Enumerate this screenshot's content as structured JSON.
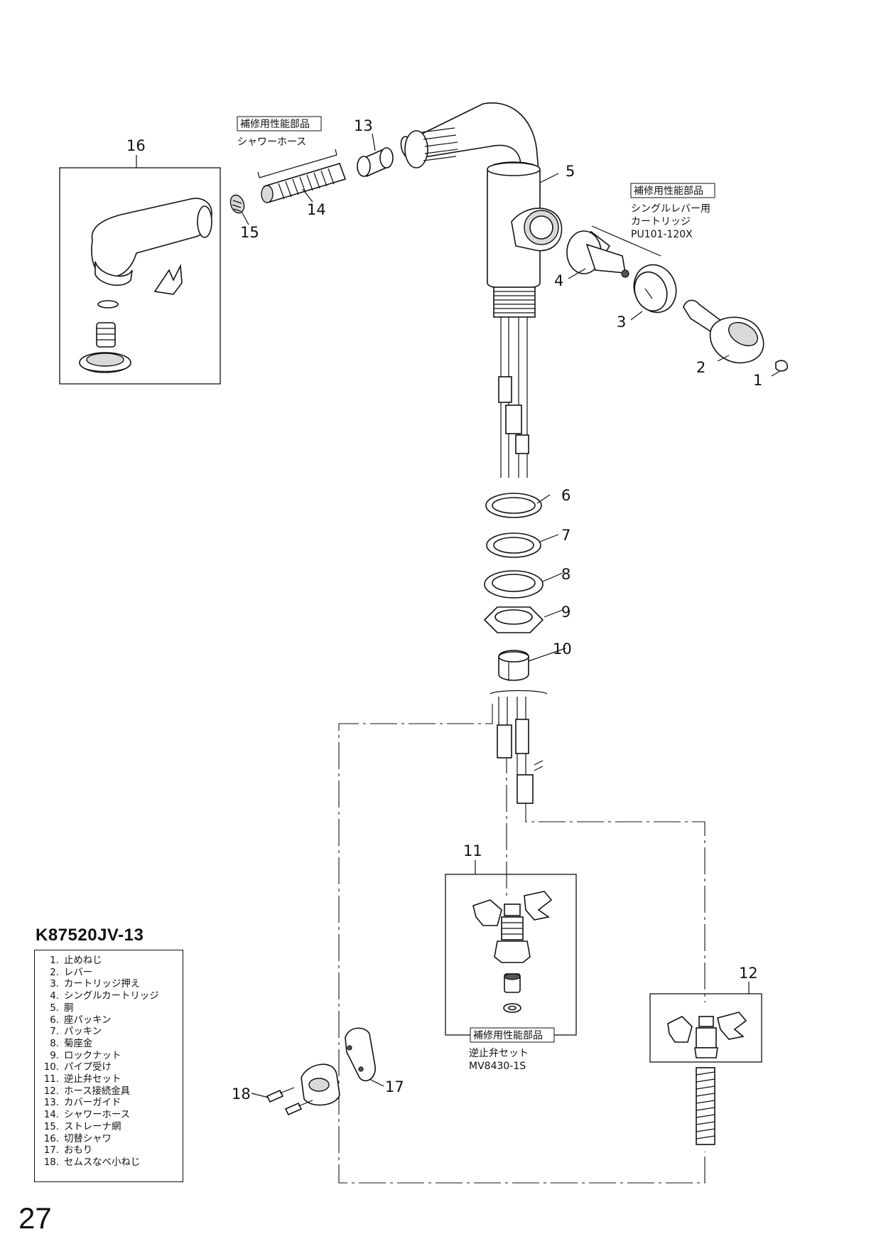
{
  "model": "K87520JV-13",
  "page_number": "27",
  "legend": [
    {
      "no": "1.",
      "name": "止めねじ"
    },
    {
      "no": "2.",
      "name": "レバー"
    },
    {
      "no": "3.",
      "name": "カートリッジ押え"
    },
    {
      "no": "4.",
      "name": "シングルカートリッジ"
    },
    {
      "no": "5.",
      "name": "胴"
    },
    {
      "no": "6.",
      "name": "座パッキン"
    },
    {
      "no": "7.",
      "name": "パッキン"
    },
    {
      "no": "8.",
      "name": "菊座金"
    },
    {
      "no": "9.",
      "name": "ロックナット"
    },
    {
      "no": "10.",
      "name": "パイプ受け"
    },
    {
      "no": "11.",
      "name": "逆止弁セット"
    },
    {
      "no": "12.",
      "name": "ホース接続金具"
    },
    {
      "no": "13.",
      "name": "カバーガイド"
    },
    {
      "no": "14.",
      "name": "シャワーホース"
    },
    {
      "no": "15.",
      "name": "ストレーナ網"
    },
    {
      "no": "16.",
      "name": "切替シャワ"
    },
    {
      "no": "17.",
      "name": "おもり"
    },
    {
      "no": "18.",
      "name": "セムスなべ小ねじ"
    }
  ],
  "callouts": {
    "c1": "1",
    "c2": "2",
    "c3": "3",
    "c4": "4",
    "c5": "5",
    "c6": "6",
    "c7": "7",
    "c8": "8",
    "c9": "9",
    "c10": "10",
    "c11": "11",
    "c12": "12",
    "c13": "13",
    "c14": "14",
    "c15": "15",
    "c16": "16",
    "c17": "17",
    "c18": "18"
  },
  "service_parts": {
    "tag": "補修用性能部品",
    "hose_name": "シャワーホース",
    "cartridge_line1": "シングルレバー用",
    "cartridge_line2": "カートリッジ",
    "cartridge_code": "PU101-120X",
    "valve_name": "逆止弁セット",
    "valve_code": "MV8430-1S"
  }
}
